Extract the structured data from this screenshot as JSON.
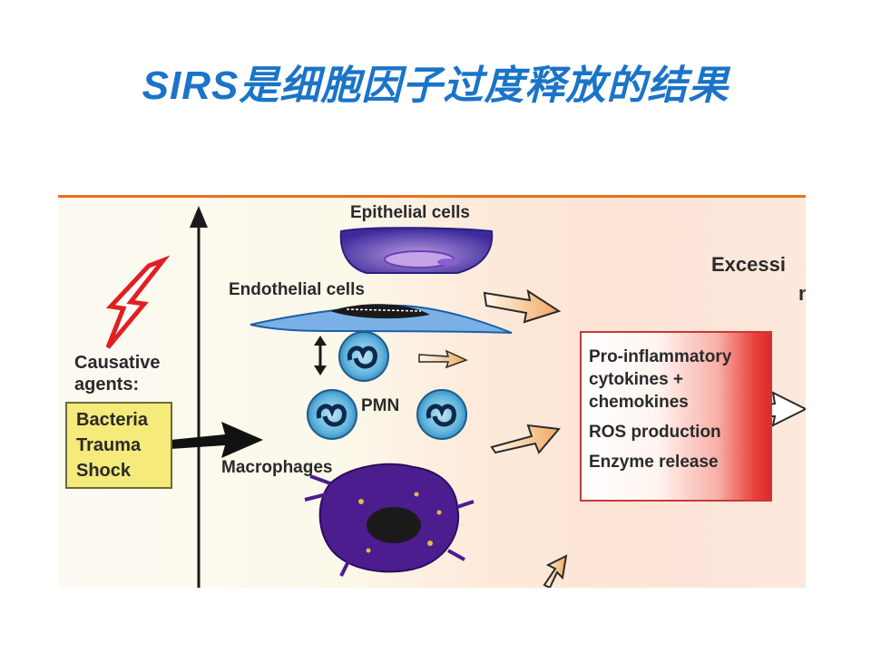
{
  "title": "SIRS是细胞因子过度释放的结果",
  "diagram": {
    "causative_label_line1": "Causative",
    "causative_label_line2": "agents:",
    "agents": [
      "Bacteria",
      "Trauma",
      "Shock"
    ],
    "epithelial_label": "Epithelial cells",
    "endothelial_label": "Endothelial cells",
    "pmn_label": "PMN",
    "macrophages_label": "Macrophages",
    "excessive_label_fragment": "Excessi",
    "excessive_label_fragment2": "n",
    "effects": {
      "line1": "Pro-inflammatory",
      "line2": "cytokines +",
      "line3": "chemokines",
      "line4": "ROS production",
      "line5": "Enzyme release"
    },
    "colors": {
      "title": "#1a74c8",
      "agents_box": "#f5ea7a",
      "lightning": "#e02020",
      "effects_red": "#e02a28",
      "cell_blue": "#3a6fd0",
      "macrophage": "#4b1d8f"
    },
    "icons": [
      "lightning-bolt-icon",
      "up-arrow-axis",
      "double-arrow-icon",
      "hollow-arrow-icon"
    ]
  }
}
